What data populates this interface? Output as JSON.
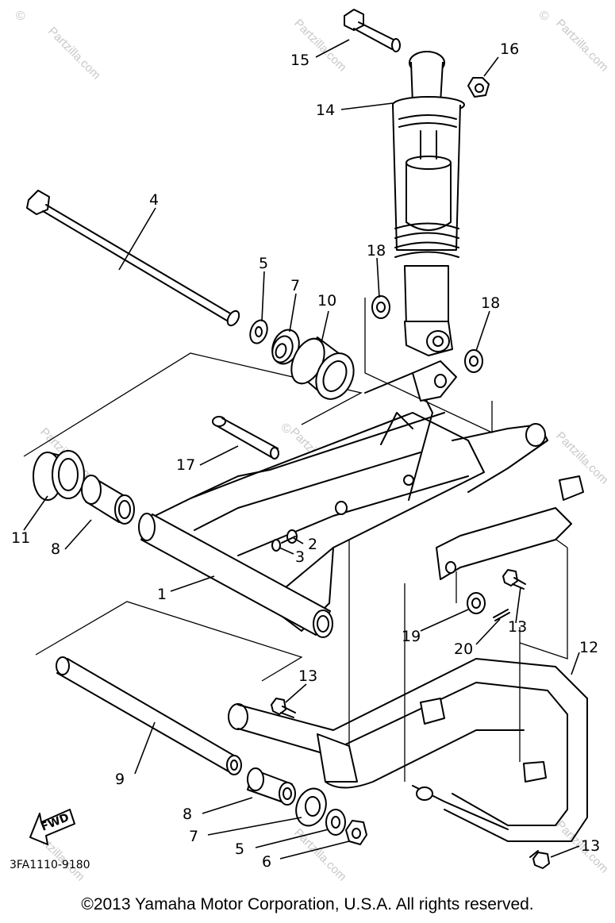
{
  "diagram": {
    "part_code": "3FA1110-9180",
    "fwd_label": "FWD",
    "watermark": "Partzilla.com",
    "watermark_mark": "©",
    "copyright": "©2013  Yamaha Motor Corporation, U.S.A. All rights reserved.",
    "callouts": {
      "c1": "1",
      "c2": "2",
      "c3": "3",
      "c4": "4",
      "c5a": "5",
      "c5b": "5",
      "c6": "6",
      "c7a": "7",
      "c7b": "7",
      "c8a": "8",
      "c8b": "8",
      "c9": "9",
      "c10": "10",
      "c11": "11",
      "c12": "12",
      "c13a": "13",
      "c13b": "13",
      "c13c": "13",
      "c14": "14",
      "c15": "15",
      "c16": "16",
      "c17": "17",
      "c18a": "18",
      "c18b": "18",
      "c19": "19",
      "c20": "20"
    }
  }
}
